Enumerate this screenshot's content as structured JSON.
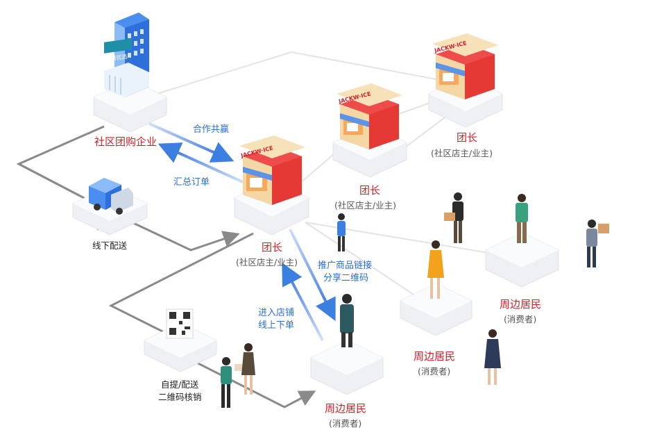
{
  "labels": {
    "enterprise": "社区团购企业",
    "enterprise_sign": "兴盛优选",
    "cooperate": "合作共赢",
    "summary_orders": "汇总订单",
    "offline_delivery": "线下配送",
    "leader_center": "团长",
    "leader_center_sub": "(社区店主/业主)",
    "leader_mid": "团长",
    "leader_mid_sub": "(社区店主/业主)",
    "leader_top": "团长",
    "leader_top_sub": "(社区店主/业主)",
    "promote_line1": "推广商品链接",
    "promote_line2": "分享二维码",
    "enter_line1": "进入店铺",
    "enter_line2": "线上下单",
    "pickup_line1": "自提/配送",
    "pickup_line2": "二维码核销",
    "resident_bottom": "周边居民",
    "resident_bottom_sub": "(消费者)",
    "resident_mid": "周边居民",
    "resident_mid_sub": "(消费者)",
    "resident_right": "周边居民",
    "resident_right_sub": "(消费者)",
    "store_sign": "JACKW·ICE"
  },
  "colors": {
    "accent_red": "#d0202a",
    "accent_blue": "#2a6fd6",
    "line_gray": "#8a8a8a",
    "platform": "#f3f4f6"
  }
}
